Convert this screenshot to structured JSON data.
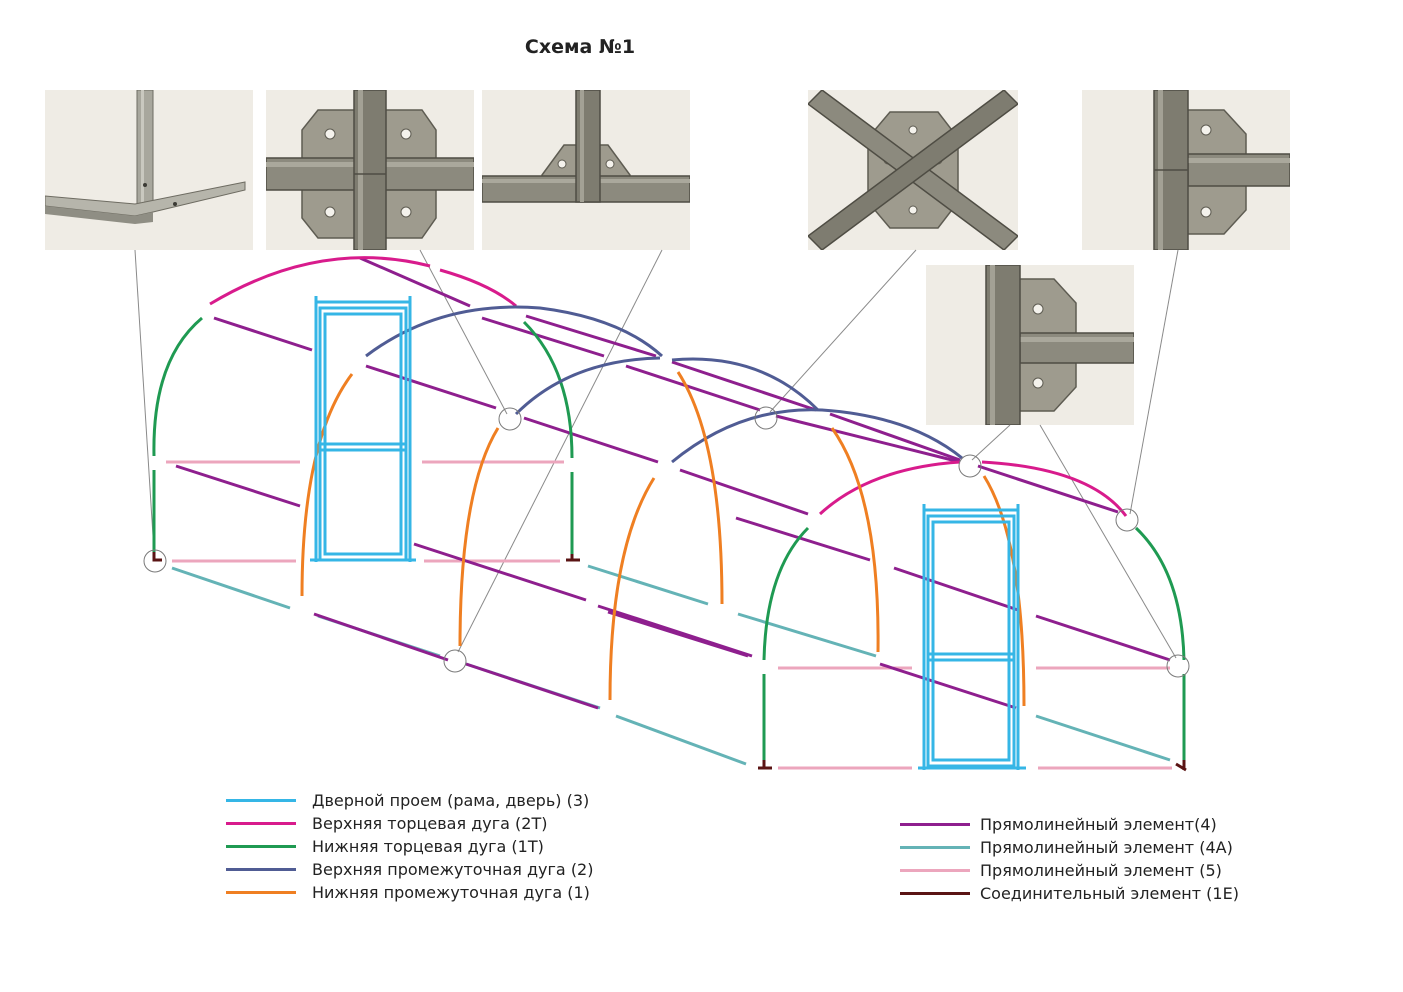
{
  "title": "Схема №1",
  "colors": {
    "door": "#35b6e6",
    "upper_end_arc": "#d81b8c",
    "lower_end_arc": "#1f9a52",
    "upper_mid_arc": "#505c94",
    "lower_mid_arc": "#ef7f22",
    "straight_4": "#8e1f8e",
    "straight_4a": "#64b3b6",
    "straight_5": "#eca6bd",
    "connector_1e": "#5a1414",
    "photo_bg": "#eeeae2",
    "steel": "#8c8a7e",
    "steel_dark": "#5e5c52"
  },
  "photos": [
    {
      "name": "photo-corner-base",
      "joint": "corner"
    },
    {
      "name": "photo-cross-plate",
      "joint": "cross-plate"
    },
    {
      "name": "photo-t-joint",
      "joint": "t-joint"
    },
    {
      "name": "photo-x-joint",
      "joint": "x-cross"
    },
    {
      "name": "photo-side-plate",
      "joint": "side-plate"
    },
    {
      "name": "photo-side-plate-lower",
      "joint": "side-plate-lower"
    }
  ],
  "legend_left": [
    {
      "label": "Дверной проем (рама, дверь) (3)",
      "color_key": "door"
    },
    {
      "label": "Верхняя торцевая дуга (2Т)",
      "color_key": "upper_end_arc"
    },
    {
      "label": "Нижняя торцевая дуга (1Т)",
      "color_key": "lower_end_arc"
    },
    {
      "label": "Верхняя промежуточная дуга (2)",
      "color_key": "upper_mid_arc"
    },
    {
      "label": "Нижняя промежуточная дуга (1)",
      "color_key": "lower_mid_arc"
    }
  ],
  "legend_right": [
    {
      "label": "Прямолинейный элемент(4)",
      "color_key": "straight_4"
    },
    {
      "label": "Прямолинейный элемент (4А)",
      "color_key": "straight_4a"
    },
    {
      "label": "Прямолинейный элемент (5)",
      "color_key": "straight_5"
    },
    {
      "label": "Соединительный элемент (1Е)",
      "color_key": "connector_1e"
    }
  ]
}
